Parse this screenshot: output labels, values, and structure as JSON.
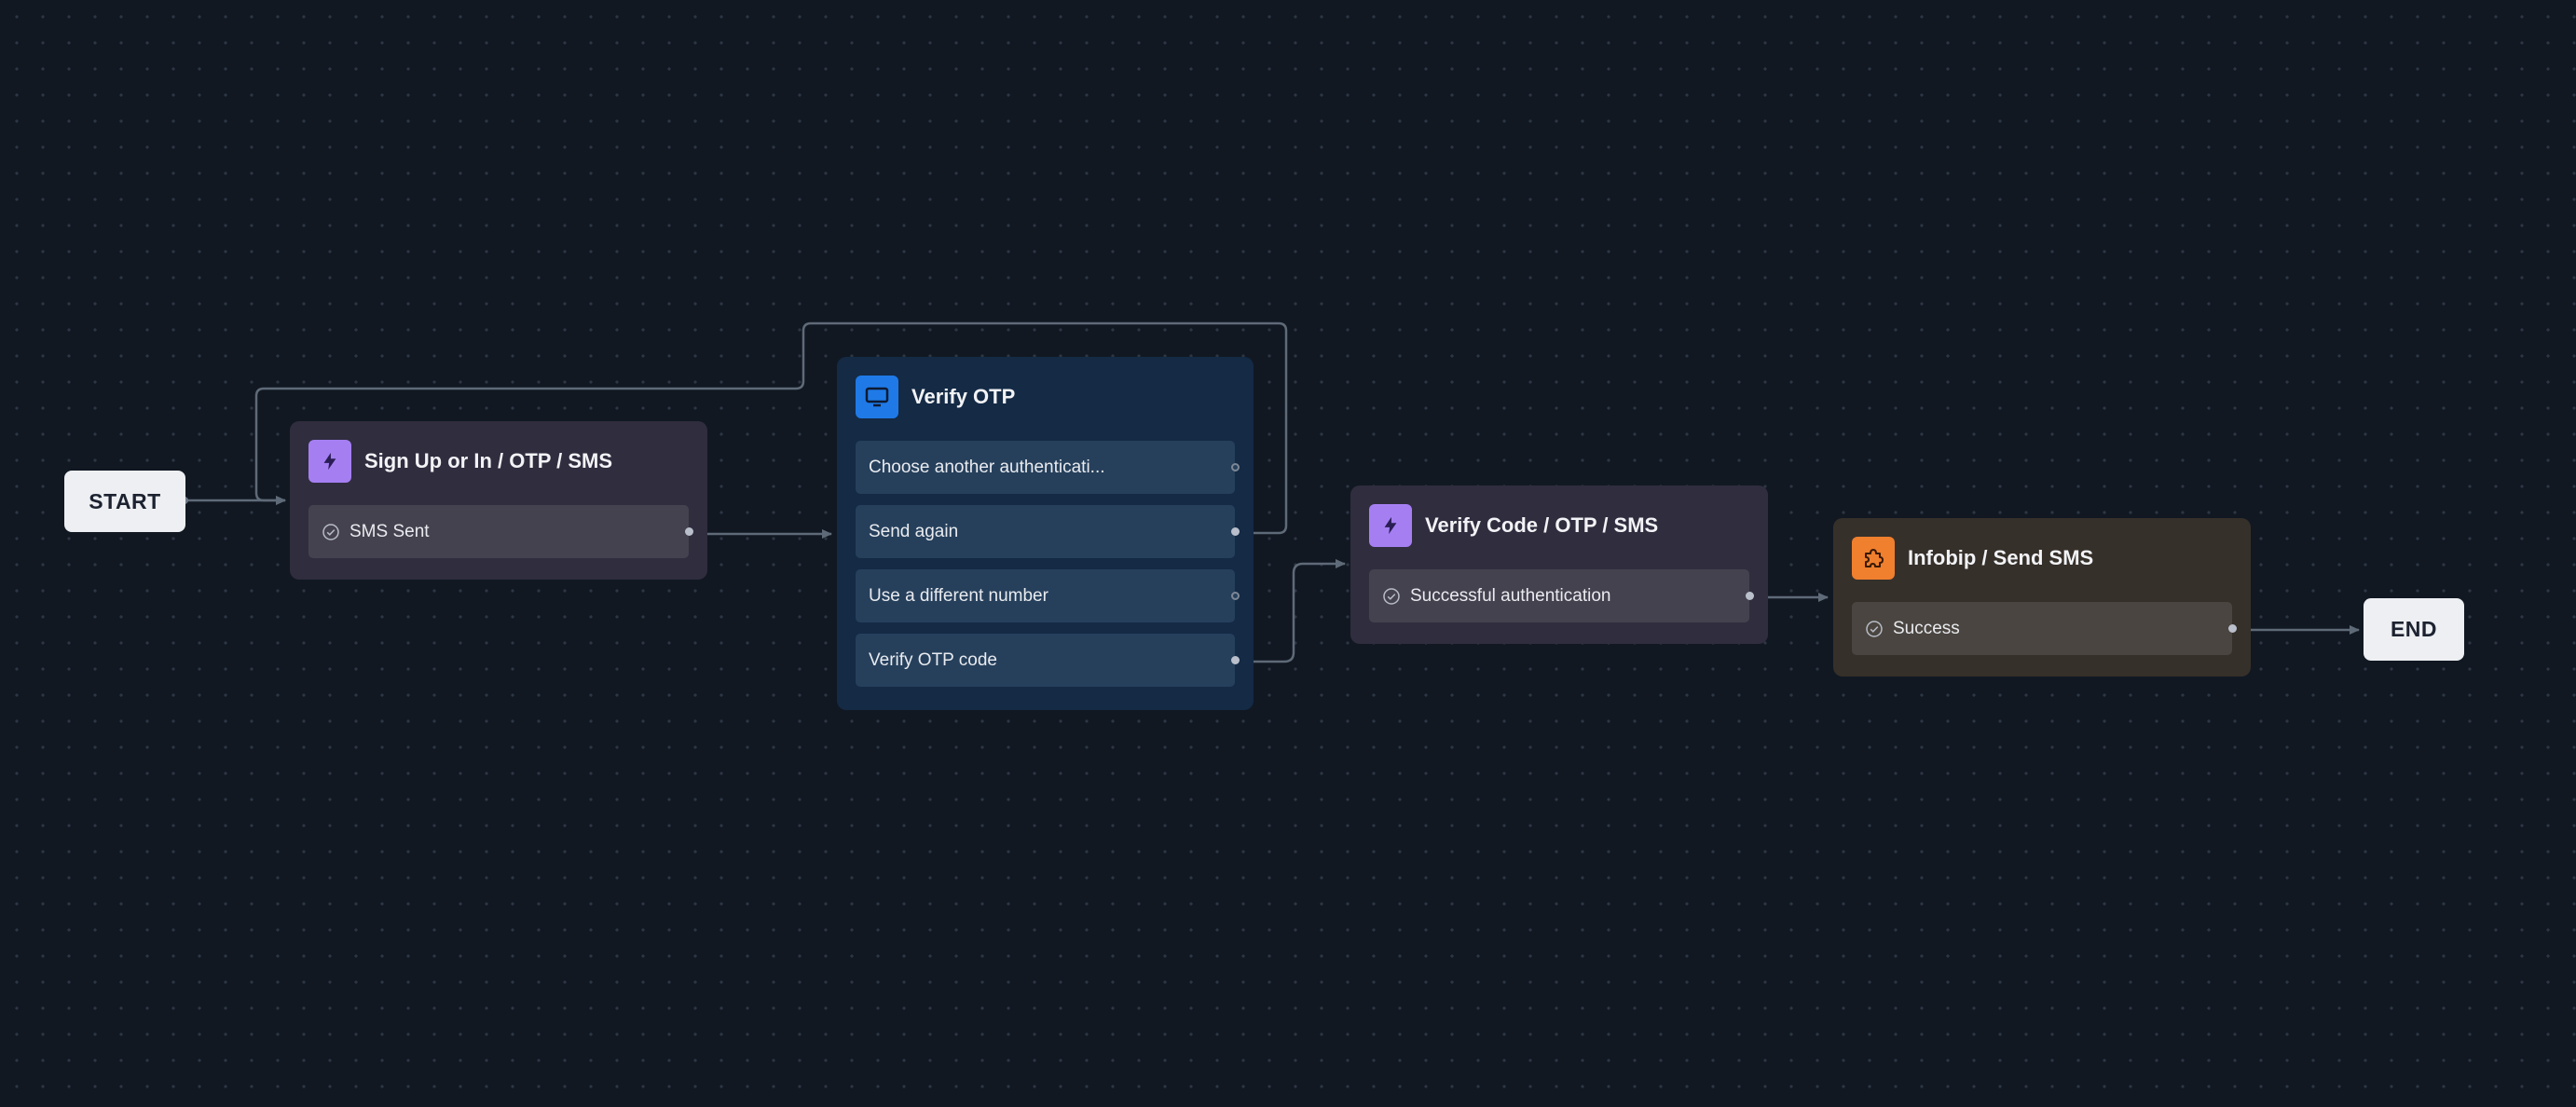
{
  "nodes": {
    "start": {
      "label": "START"
    },
    "end": {
      "label": "END"
    },
    "signup": {
      "title": "Sign Up or In / OTP / SMS",
      "icon": "lightning-bolt-icon",
      "outcomes": [
        {
          "label": "SMS Sent"
        }
      ]
    },
    "verify_otp": {
      "title": "Verify OTP",
      "icon": "monitor-icon",
      "outcomes": [
        {
          "label": "Choose another authenticati..."
        },
        {
          "label": "Send again"
        },
        {
          "label": "Use a different number"
        },
        {
          "label": "Verify OTP code"
        }
      ]
    },
    "verify_code": {
      "title": "Verify Code / OTP / SMS",
      "icon": "lightning-bolt-icon",
      "outcomes": [
        {
          "label": "Successful authentication"
        }
      ]
    },
    "infobip": {
      "title": "Infobip / Send SMS",
      "icon": "puzzle-icon",
      "outcomes": [
        {
          "label": "Success"
        }
      ]
    }
  },
  "colors": {
    "background": "#111822",
    "edge": "#5f6a78",
    "action_node": "#302d3f",
    "screen_node": "#142a45",
    "connector_node": "#36302a",
    "action_icon": "#a57ff2",
    "screen_icon": "#1f7ae8",
    "connector_icon": "#f07f2e"
  }
}
